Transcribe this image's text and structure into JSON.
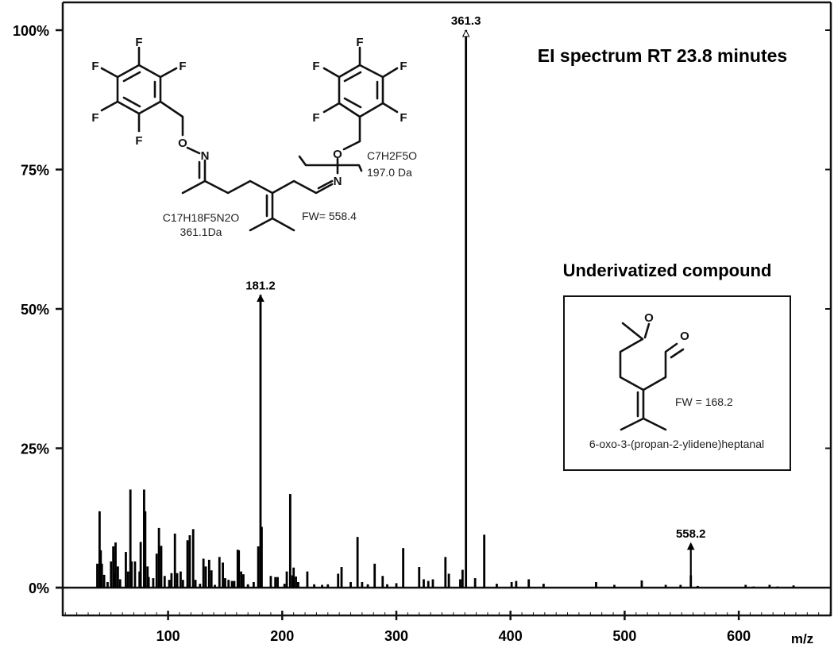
{
  "chart_data": {
    "type": "bar",
    "title": "EI spectrum RT 23.8 minutes",
    "xlabel": "m/z",
    "ylabel": "",
    "xlim": [
      8,
      681
    ],
    "ylim": [
      -5,
      105
    ],
    "x_ticks": [
      100,
      200,
      300,
      400,
      500,
      600
    ],
    "y_ticks": [
      {
        "value": 0,
        "label": "0%"
      },
      {
        "value": 25,
        "label": "25%"
      },
      {
        "value": 50,
        "label": "50%"
      },
      {
        "value": 75,
        "label": "75%"
      },
      {
        "value": 100,
        "label": "100%"
      }
    ],
    "grid": false,
    "peaks": [
      [
        38,
        4.3
      ],
      [
        40,
        13.7
      ],
      [
        41,
        6.7
      ],
      [
        42,
        4.3
      ],
      [
        44,
        2.3
      ],
      [
        47,
        1
      ],
      [
        50,
        4.7
      ],
      [
        52,
        7.4
      ],
      [
        53,
        2.6
      ],
      [
        54,
        8.1
      ],
      [
        56,
        3.8
      ],
      [
        58,
        1.5
      ],
      [
        63,
        6.4
      ],
      [
        65,
        2.9
      ],
      [
        67,
        17.6
      ],
      [
        68,
        4.7
      ],
      [
        71,
        4.7
      ],
      [
        75,
        2.9
      ],
      [
        76,
        8.2
      ],
      [
        79,
        17.6
      ],
      [
        80,
        13.7
      ],
      [
        82,
        3.8
      ],
      [
        83,
        1.9
      ],
      [
        87,
        1.7
      ],
      [
        90,
        6.1
      ],
      [
        92,
        10.7
      ],
      [
        94,
        7.5
      ],
      [
        97,
        2.1
      ],
      [
        101,
        1.4
      ],
      [
        103,
        2.6
      ],
      [
        106,
        9.7
      ],
      [
        108,
        2.6
      ],
      [
        111,
        2.9
      ],
      [
        113,
        1.4
      ],
      [
        117,
        8.5
      ],
      [
        119,
        9.4
      ],
      [
        122,
        10.5
      ],
      [
        124,
        1.4
      ],
      [
        128,
        0.7
      ],
      [
        131,
        5.2
      ],
      [
        133,
        3.8
      ],
      [
        136,
        5
      ],
      [
        138,
        3.1
      ],
      [
        141,
        0.5
      ],
      [
        145,
        5.5
      ],
      [
        148,
        4.5
      ],
      [
        150,
        1.7
      ],
      [
        153,
        1.4
      ],
      [
        156,
        1.2
      ],
      [
        158,
        1.2
      ],
      [
        161,
        6.8
      ],
      [
        162,
        6.7
      ],
      [
        164,
        2.9
      ],
      [
        166,
        2.4
      ],
      [
        170,
        0.6
      ],
      [
        175,
        1
      ],
      [
        179,
        7.4
      ],
      [
        181,
        52.5
      ],
      [
        182,
        10.9
      ],
      [
        190,
        2.1
      ],
      [
        194,
        1.9
      ],
      [
        196,
        1.9
      ],
      [
        202,
        0.7
      ],
      [
        204,
        2.9
      ],
      [
        207,
        16.8
      ],
      [
        209,
        2.2
      ],
      [
        210,
        3.6
      ],
      [
        212,
        2
      ],
      [
        214,
        1
      ],
      [
        222,
        2.9
      ],
      [
        228,
        0.6
      ],
      [
        235,
        0.5
      ],
      [
        240,
        0.6
      ],
      [
        249,
        2.5
      ],
      [
        252,
        3.7
      ],
      [
        260,
        1
      ],
      [
        266,
        9.1
      ],
      [
        270,
        1
      ],
      [
        275,
        0.6
      ],
      [
        281,
        4.3
      ],
      [
        288,
        2.1
      ],
      [
        292,
        0.6
      ],
      [
        300,
        0.8
      ],
      [
        306,
        7.1
      ],
      [
        320,
        3.7
      ],
      [
        324,
        1.5
      ],
      [
        328,
        1.2
      ],
      [
        332,
        1.5
      ],
      [
        343,
        5.5
      ],
      [
        346,
        2.5
      ],
      [
        356,
        1.5
      ],
      [
        358,
        3.2
      ],
      [
        361,
        100
      ],
      [
        369,
        1.7
      ],
      [
        377,
        9.5
      ],
      [
        388,
        0.7
      ],
      [
        401,
        1
      ],
      [
        405,
        1.2
      ],
      [
        416,
        1.5
      ],
      [
        429,
        0.7
      ],
      [
        475,
        1
      ],
      [
        491,
        0.5
      ],
      [
        515,
        1.3
      ],
      [
        536,
        0.5
      ],
      [
        549,
        0.5
      ],
      [
        558,
        2.2
      ],
      [
        564,
        0.3
      ],
      [
        606,
        0.5
      ],
      [
        613,
        0.2
      ],
      [
        627,
        0.5
      ],
      [
        634,
        0.2
      ],
      [
        648,
        0.4
      ]
    ],
    "annotations": [
      {
        "mz": 181,
        "arrow_to": 52.5,
        "label": "181.2"
      },
      {
        "mz": 361,
        "arrow_to": 100,
        "label": "361.3"
      },
      {
        "mz": 558,
        "arrow_to": 8,
        "label": "558.2"
      }
    ]
  },
  "derivative": {
    "atoms": {
      "F": "F",
      "O": "O",
      "N": "N"
    },
    "fragment_formula": "C17H18F5N2O",
    "fragment_mass": "361.1Da",
    "fw": "FW= 558.4",
    "cleaved_formula": "C7H2F5O",
    "cleaved_mass": "197.0 Da"
  },
  "underivatized": {
    "heading": "Underivatized compound",
    "atom_o": "O",
    "fw": "FW = 168.2",
    "name": "6-oxo-3-(propan-2-ylidene)heptanal"
  }
}
